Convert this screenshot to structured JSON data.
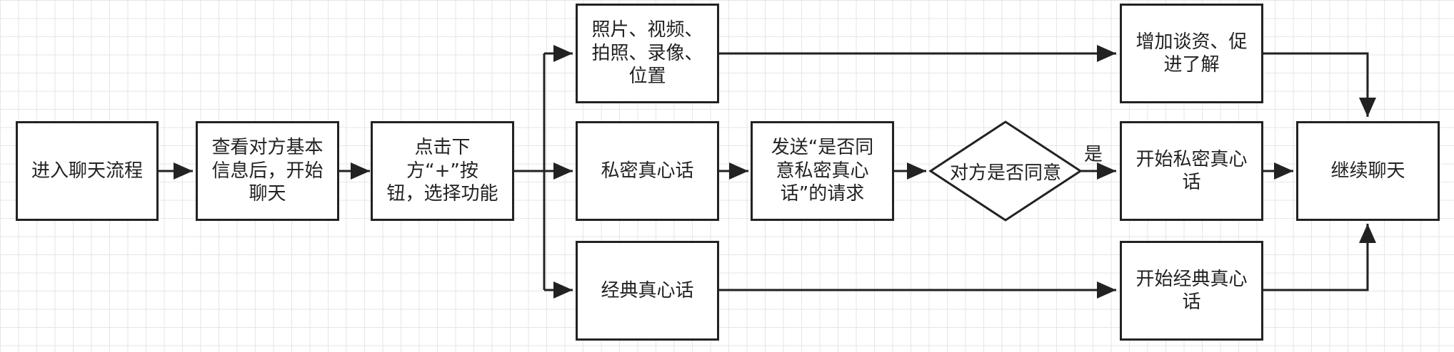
{
  "nodes": {
    "enter_chat": "进入聊天流程",
    "view_info": "查看对方基本\n信息后，开始\n聊天",
    "click_plus": "点击下\n方“+”按\n钮，选择功能",
    "media": "照片、视频、\n拍照、录像、\n位置",
    "private_truth": "私密真心话",
    "classic_truth": "经典真心话",
    "send_request": "发送“是否同\n意私密真心\n话”的请求",
    "agree_decision": "对方是否同意",
    "add_topics": "增加谈资、促\n进了解",
    "start_private": "开始私密真心\n话",
    "start_classic": "开始经典真心\n话",
    "continue_chat": "继续聊天"
  },
  "edge_labels": {
    "yes": "是"
  },
  "colors": {
    "stroke": "#222222",
    "grid": "#e6e6e6",
    "background": "#ffffff"
  }
}
